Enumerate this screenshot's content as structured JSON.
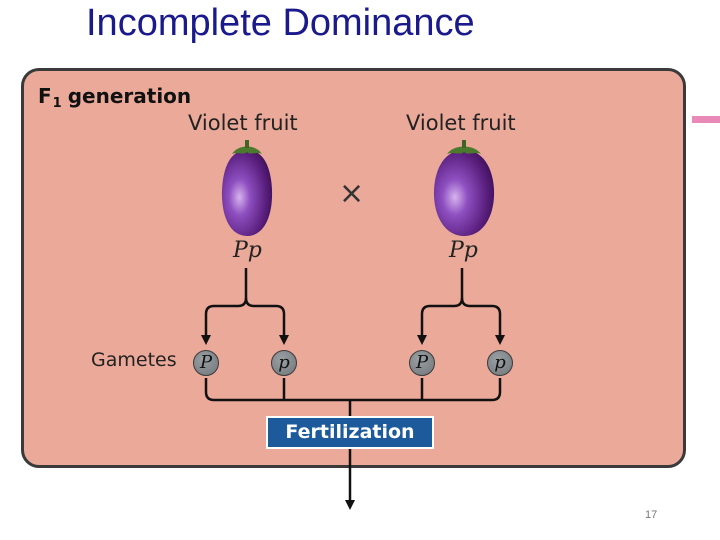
{
  "slide": {
    "title": "Incomplete Dominance",
    "page_number": "17"
  },
  "panel": {
    "generation_label": "F",
    "generation_subscript": "1",
    "generation_text": "generation"
  },
  "parents": [
    {
      "phenotype": "Violet fruit",
      "genotype": "Pp"
    },
    {
      "phenotype": "Violet fruit",
      "genotype": "Pp"
    }
  ],
  "cross_symbol": "×",
  "gametes": {
    "label": "Gametes",
    "alleles": [
      "P",
      "p",
      "P",
      "p"
    ]
  },
  "fertilization_label": "Fertilization",
  "colors": {
    "title": "#1a1a8c",
    "panel_fill": "#eaa999",
    "fertilization_box": "#1d5a9b",
    "eggplant": "#6a2c8c",
    "accent": "#e889b8"
  }
}
